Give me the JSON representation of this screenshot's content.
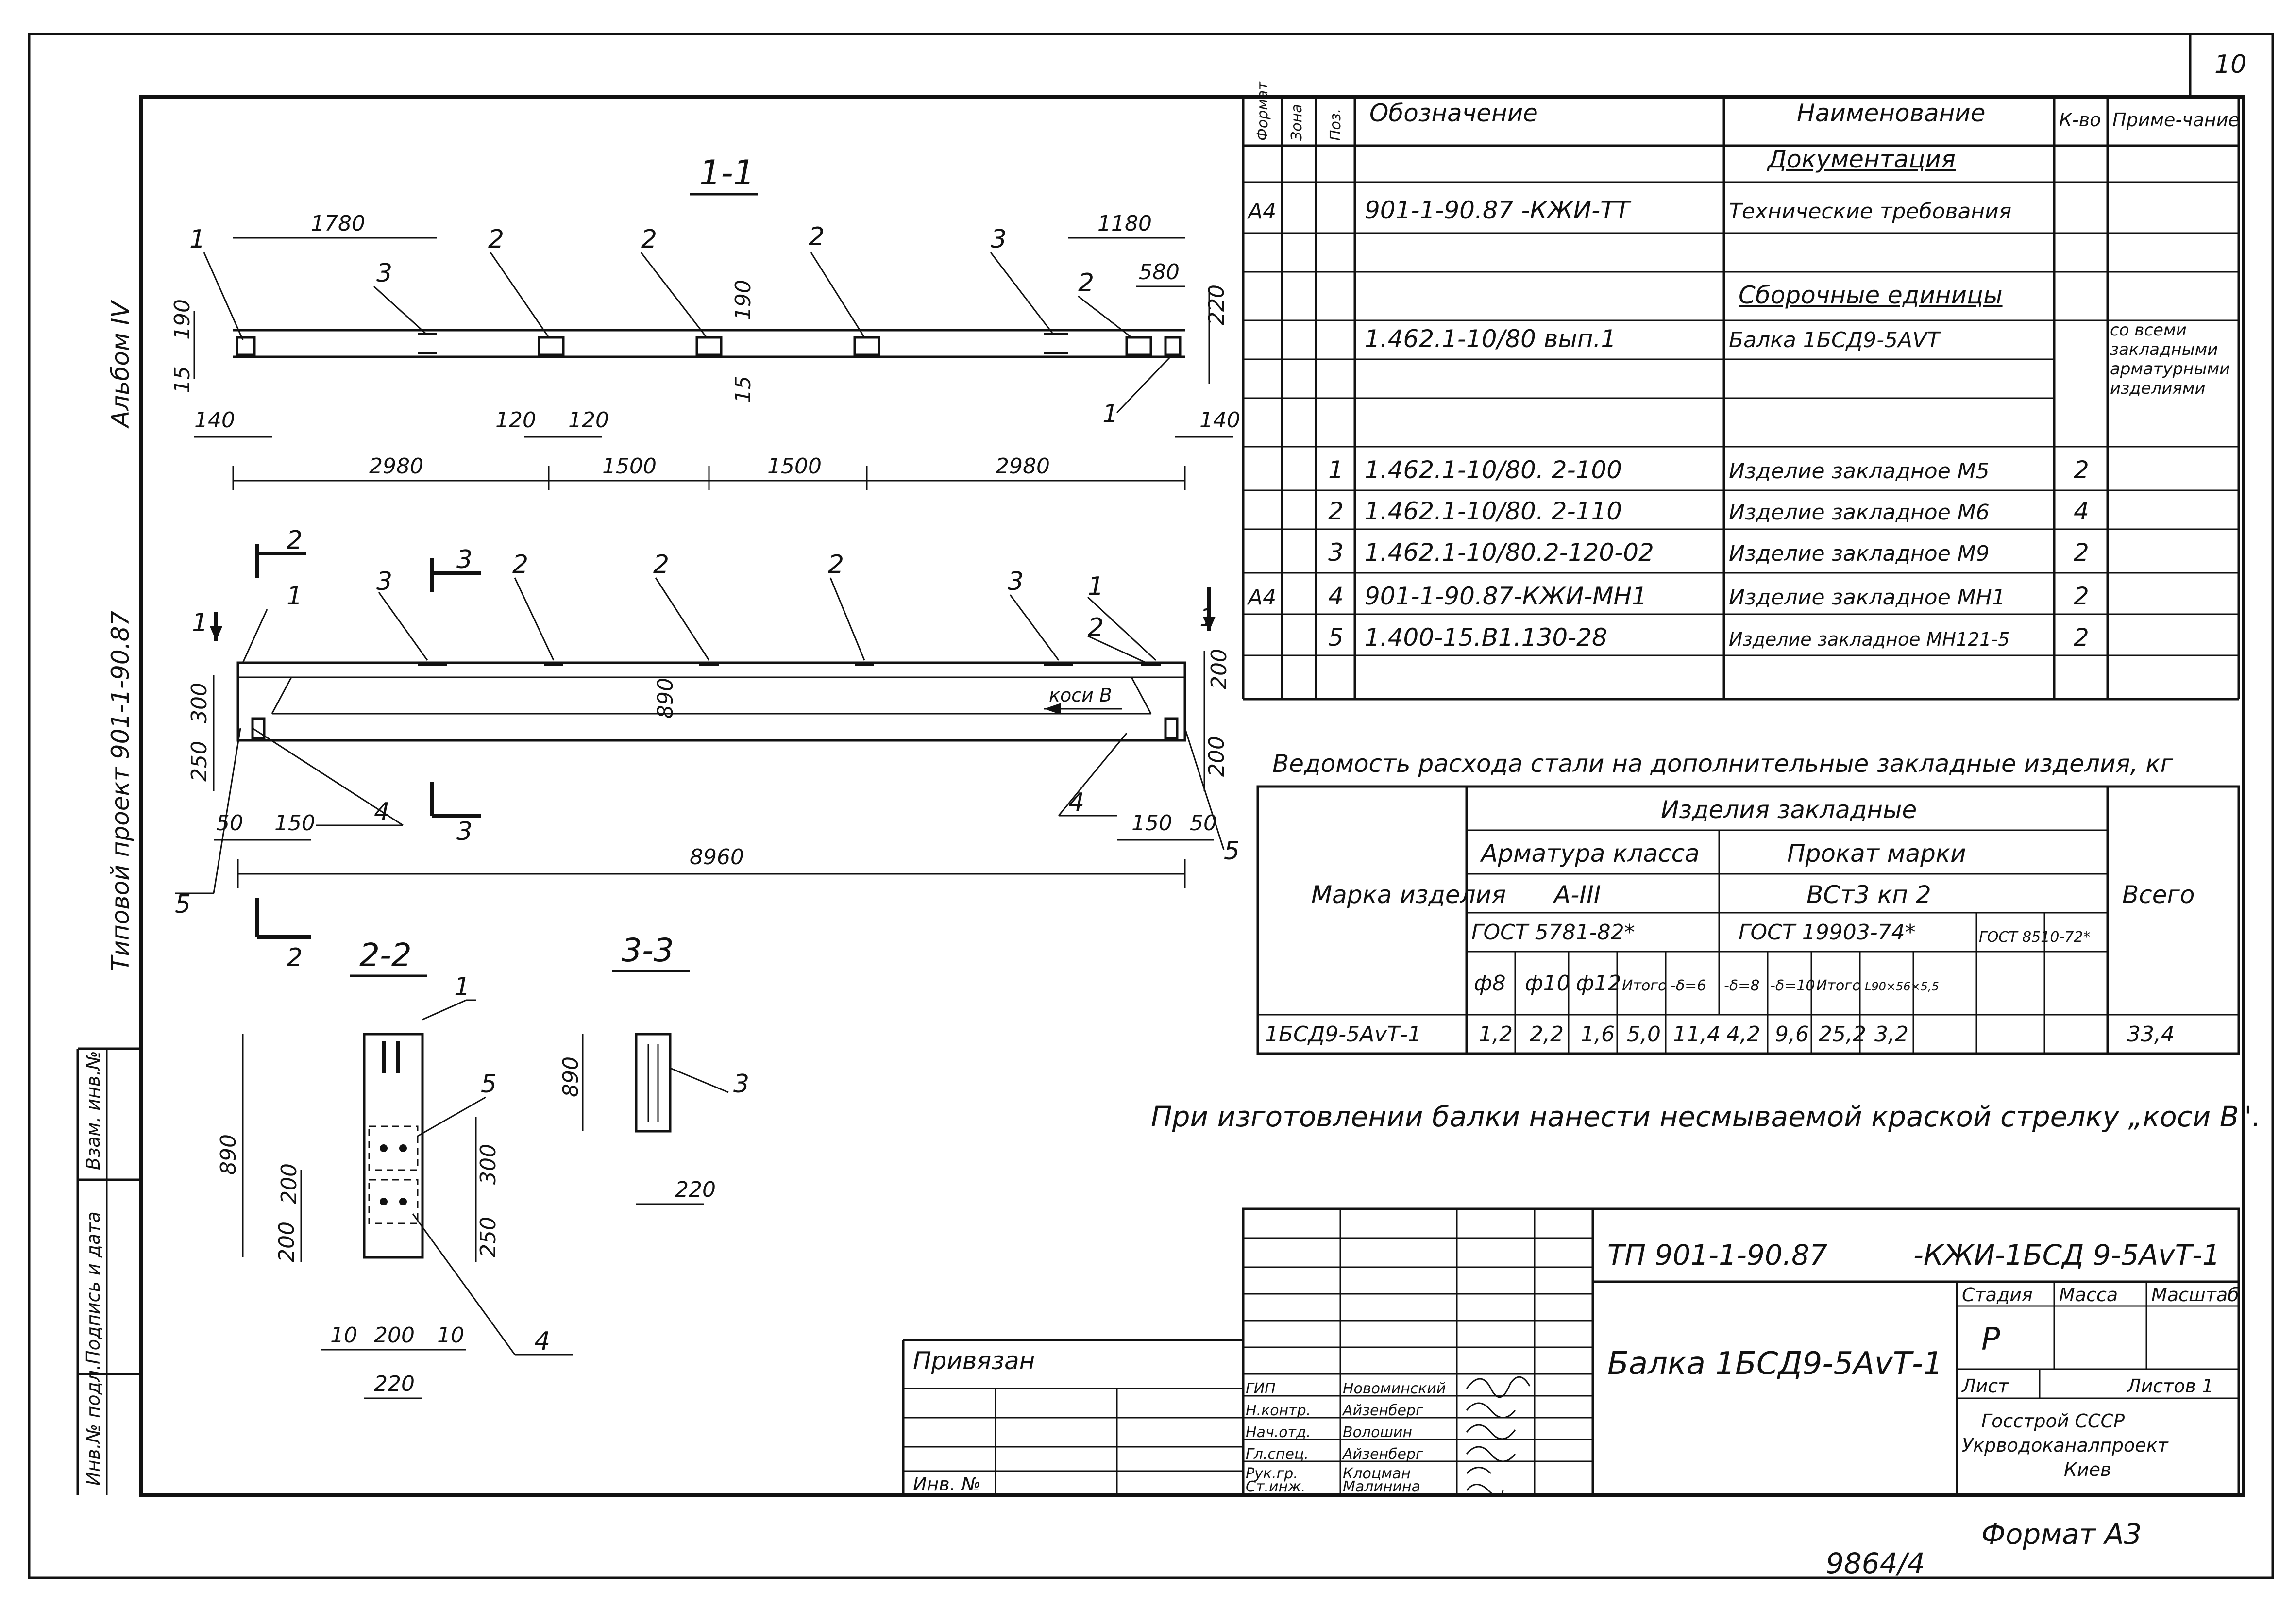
{
  "sheet": {
    "number": "10",
    "format": "Формат А3",
    "inventory": "9864/4",
    "side_project": "Типовой проект 901-1-90.87",
    "side_album": "Альбом IV",
    "side_labels": [
      "Инв.№ подл.",
      "Подпись и дата",
      "Взам. инв.№"
    ]
  },
  "views": {
    "section_1_1": {
      "title": "1-1",
      "dims_top": [
        "1780",
        "1180",
        "580"
      ],
      "dims_side": [
        "190",
        "15",
        "190",
        "15",
        "220"
      ],
      "dims_inner": [
        "140",
        "120",
        "120",
        "140"
      ],
      "dims_bottom": [
        "2980",
        "1500",
        "1500",
        "2980"
      ],
      "callouts": [
        "1",
        "3",
        "2",
        "2",
        "2",
        "3",
        "2",
        "1"
      ]
    },
    "plan": {
      "cut_marks": [
        "1",
        "2",
        "3",
        "3",
        "2",
        "1"
      ],
      "callouts_top": [
        "1",
        "3",
        "2",
        "2",
        "2",
        "3",
        "1",
        "2"
      ],
      "callouts_bottom": [
        "4",
        "4",
        "5",
        "5"
      ],
      "label_kosi": "коси В",
      "dims_left": [
        "300",
        "250"
      ],
      "dims_right": [
        "200",
        "200"
      ],
      "dim_mid": "890",
      "dims_bottom": [
        "50",
        "150",
        "150",
        "50"
      ],
      "dim_total": "8960"
    },
    "section_2_2": {
      "title": "2-2",
      "dim_height": "890",
      "dims_right": [
        "300",
        "250"
      ],
      "dims_left": [
        "200",
        "200"
      ],
      "dims_bottom": [
        "10",
        "200",
        "10"
      ],
      "dim_total": "220",
      "callouts": [
        "1",
        "5",
        "4"
      ]
    },
    "section_3_3": {
      "title": "3-3",
      "dim_height": "890",
      "dim_width": "220",
      "callouts": [
        "3"
      ]
    }
  },
  "spec_table": {
    "headers": [
      "Формат",
      "Зона",
      "Поз.",
      "Обозначение",
      "Наименование",
      "К-во",
      "Приме-чание"
    ],
    "rows": [
      {
        "fmt": "",
        "zone": "",
        "pos": "",
        "code": "",
        "name": "Документация",
        "qty": "",
        "note": "",
        "section": true
      },
      {
        "fmt": "А4",
        "zone": "",
        "pos": "",
        "code": "901-1-90.87    -КЖИ-ТТ",
        "name": "Технические требования",
        "qty": "",
        "note": ""
      },
      {
        "fmt": "",
        "zone": "",
        "pos": "",
        "code": "",
        "name": "",
        "qty": "",
        "note": ""
      },
      {
        "fmt": "",
        "zone": "",
        "pos": "",
        "code": "",
        "name": "Сборочные единицы",
        "qty": "",
        "note": "",
        "section": true
      },
      {
        "fmt": "",
        "zone": "",
        "pos": "",
        "code": "1.462.1-10/80 вып.1",
        "name": "Балка 1БСД9-5АVT",
        "qty": "",
        "note": "со всеми закладными арматурными изделиями"
      },
      {
        "fmt": "",
        "zone": "",
        "pos": "",
        "code": "",
        "name": "",
        "qty": "",
        "note": ""
      },
      {
        "fmt": "",
        "zone": "",
        "pos": "1",
        "code": "1.462.1-10/80. 2-100",
        "name": "Изделие закладное М5",
        "qty": "2",
        "note": ""
      },
      {
        "fmt": "",
        "zone": "",
        "pos": "2",
        "code": "1.462.1-10/80. 2-110",
        "name": "Изделие закладное М6",
        "qty": "4",
        "note": ""
      },
      {
        "fmt": "",
        "zone": "",
        "pos": "3",
        "code": "1.462.1-10/80.2-120-02",
        "name": "Изделие закладное М9",
        "qty": "2",
        "note": ""
      },
      {
        "fmt": "А4",
        "zone": "",
        "pos": "4",
        "code": "901-1-90.87-КЖИ-МН1",
        "name": "Изделие закладное МН1",
        "qty": "2",
        "note": ""
      },
      {
        "fmt": "",
        "zone": "",
        "pos": "5",
        "code": "1.400-15.В1.130-28",
        "name": "Изделие закладное МН121-5",
        "qty": "2",
        "note": ""
      },
      {
        "fmt": "",
        "zone": "",
        "pos": "",
        "code": "",
        "name": "",
        "qty": "",
        "note": ""
      }
    ]
  },
  "steel_table": {
    "title": "Ведомость расхода стали на дополнительные закладные изделия, кг",
    "mark_header": "Марка изделия",
    "group_header": "Изделия закладные",
    "rebar_header": "Арматура класса",
    "rebar_class": "А-III",
    "rebar_gost": "ГОСТ 5781-82*",
    "rolled_header": "Прокат марки",
    "rolled_grade": "ВСт3 кп 2",
    "rolled_gost": "ГОСТ 19903-74*",
    "extra_gost": "ГОСТ 8510-72*",
    "total_header": "Всего",
    "subheaders": [
      "ф8",
      "ф10",
      "ф12",
      "Итого",
      "-δ=6",
      "-δ=8",
      "-δ=10",
      "Итого",
      "L90×56×5,5",
      ""
    ],
    "row": {
      "mark": "1БСД9-5АvТ-1",
      "values": [
        "1,2",
        "2,2",
        "1,6",
        "5,0",
        "11,4",
        "4,2",
        "9,6",
        "25,2",
        "3,2",
        ""
      ],
      "total": "33,4"
    }
  },
  "note": "При изготовлении балки нанести несмываемой краской стрелку „коси В\".",
  "title_block": {
    "code": "ТП 901-1-90.87",
    "code_suffix": "-КЖИ-1БСД 9-5АvТ-1",
    "product": "Балка 1БСД9-5АvТ-1",
    "stage_header": "Стадия",
    "mass_header": "Масса",
    "scale_header": "Масштаб",
    "stage": "Р",
    "sheet_label": "Лист",
    "sheets_label": "Листов 1",
    "org": [
      "Госстрой СССР",
      "Укрводоканалпроект",
      "Киев"
    ],
    "bound": "Привязан",
    "inv_label": "Инв. №",
    "people": [
      {
        "role": "ГИП",
        "name": "Новоминский"
      },
      {
        "role": "Н.контр.",
        "name": "Айзенберг"
      },
      {
        "role": "Нач.отд.",
        "name": "Волошин"
      },
      {
        "role": "Гл.спец.",
        "name": "Айзенберг"
      },
      {
        "role": "Рук.гр.",
        "name": "Клоцман"
      },
      {
        "role": "Ст.инж.",
        "name": "Малинина"
      }
    ]
  }
}
